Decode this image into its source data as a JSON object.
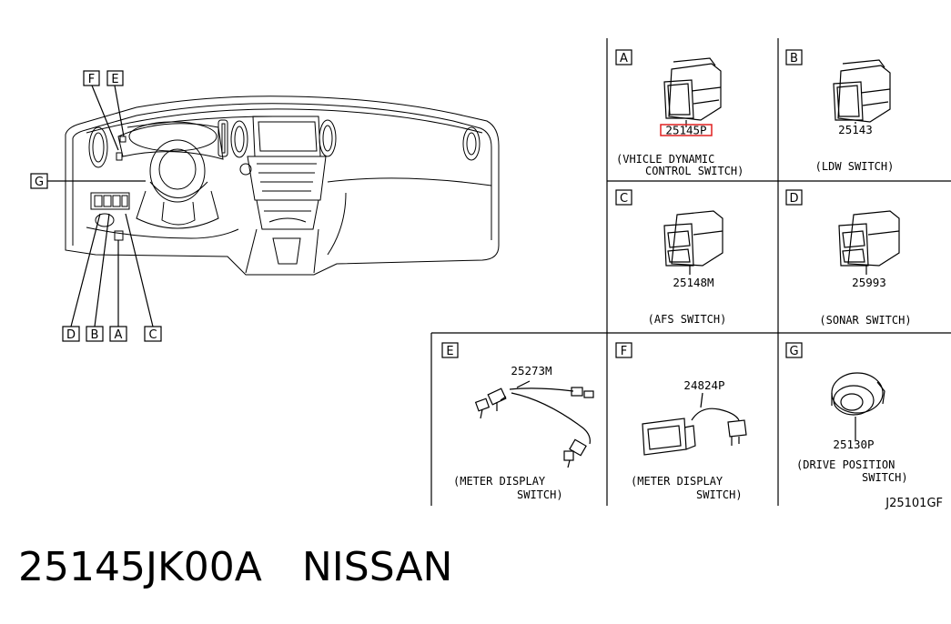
{
  "overview": {
    "callouts": [
      "F",
      "E",
      "G",
      "D",
      "B",
      "A",
      "C"
    ]
  },
  "panels": [
    {
      "letter": "A",
      "part_number": "25145P",
      "desc_line1": "(VHICLE DYNAMIC",
      "desc_line2": "CONTROL SWITCH)",
      "highlight_color": "#e02020"
    },
    {
      "letter": "B",
      "part_number": "25143",
      "desc_line1": "(LDW SWITCH)",
      "desc_line2": ""
    },
    {
      "letter": "C",
      "part_number": "25148M",
      "desc_line1": "(AFS SWITCH)",
      "desc_line2": ""
    },
    {
      "letter": "D",
      "part_number": "25993",
      "desc_line1": "(SONAR SWITCH)",
      "desc_line2": ""
    },
    {
      "letter": "E",
      "part_number": "25273M",
      "desc_line1": "(METER DISPLAY",
      "desc_line2": "SWITCH)"
    },
    {
      "letter": "F",
      "part_number": "24824P",
      "desc_line1": "(METER DISPLAY",
      "desc_line2": "SWITCH)"
    },
    {
      "letter": "G",
      "part_number": "25130P",
      "desc_line1": "(DRIVE POSITION",
      "desc_line2": "SWITCH)"
    }
  ],
  "diagram_code": "J25101GF",
  "footer": {
    "part_number": "25145JK00A",
    "brand": "NISSAN"
  }
}
